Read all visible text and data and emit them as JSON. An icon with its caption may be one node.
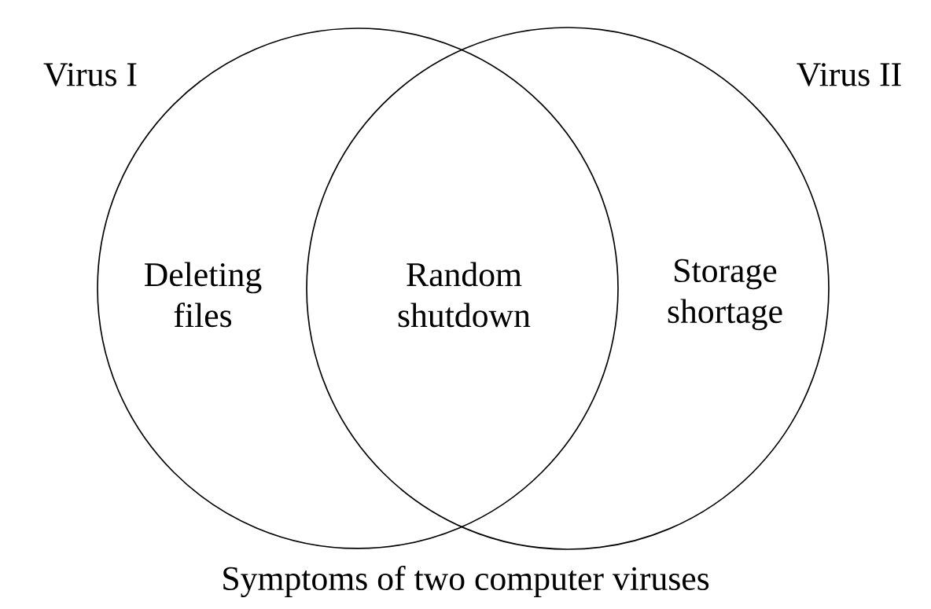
{
  "diagram": {
    "caption": "Symptoms of two computer viruses",
    "nodes": [
      {
        "text": [
          "Virus I",
          "Deleting files"
        ]
      },
      {
        "text": [
          "Virus II",
          "Storage shortage"
        ]
      },
      {
        "text": [
          "Random shutdown"
        ]
      }
    ]
  }
}
